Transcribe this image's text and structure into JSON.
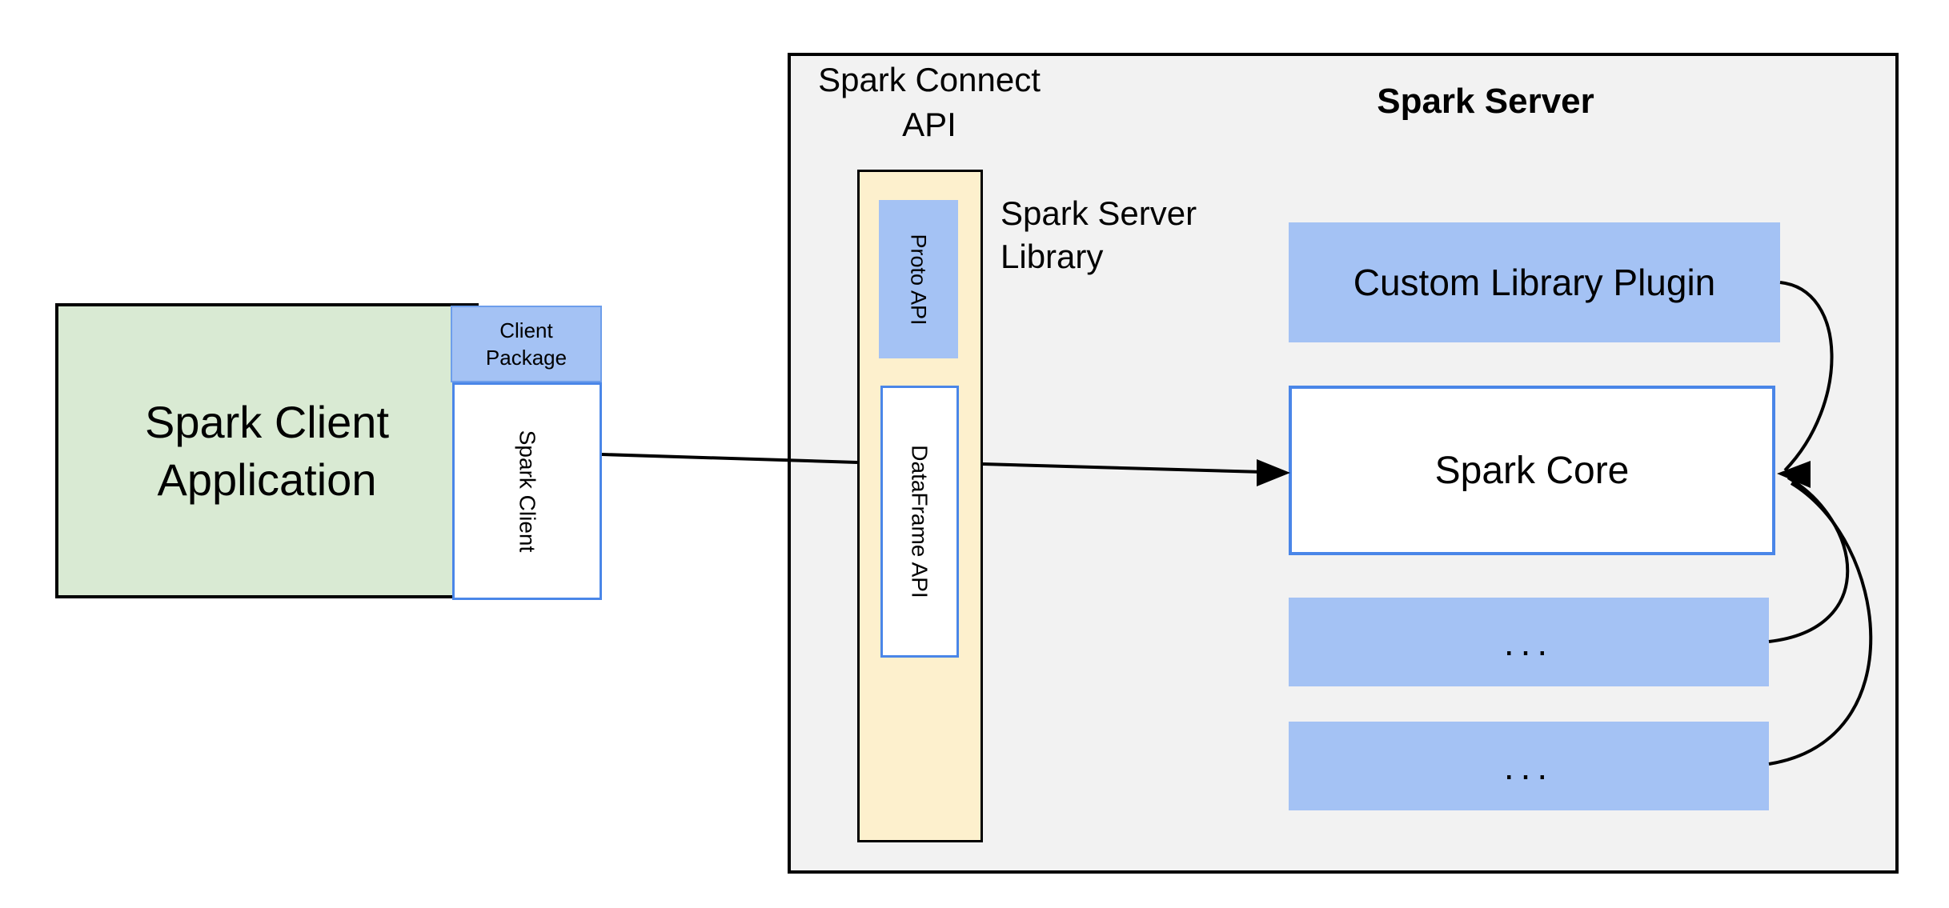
{
  "colors": {
    "green_fill": "#d9ead3",
    "blue_fill": "#a4c2f4",
    "blue_border": "#4a86e8",
    "light_blue_border": "#6d9eeb",
    "yellow_fill": "#fdf0cd",
    "gray_fill": "#f2f2f2",
    "black": "#000000"
  },
  "client": {
    "app_label": "Spark Client\nApplication",
    "package_label": "Client\nPackage",
    "client_label": "Spark Client"
  },
  "connect": {
    "api_label": "Spark Connect\nAPI",
    "proto_label": "Proto API",
    "dataframe_label": "DataFrame API",
    "library_label": "Spark Server\nLibrary"
  },
  "server": {
    "title": "Spark Server",
    "plugin_label": "Custom Library Plugin",
    "core_label": "Spark Core",
    "more_label_1": "...",
    "more_label_2": "..."
  }
}
